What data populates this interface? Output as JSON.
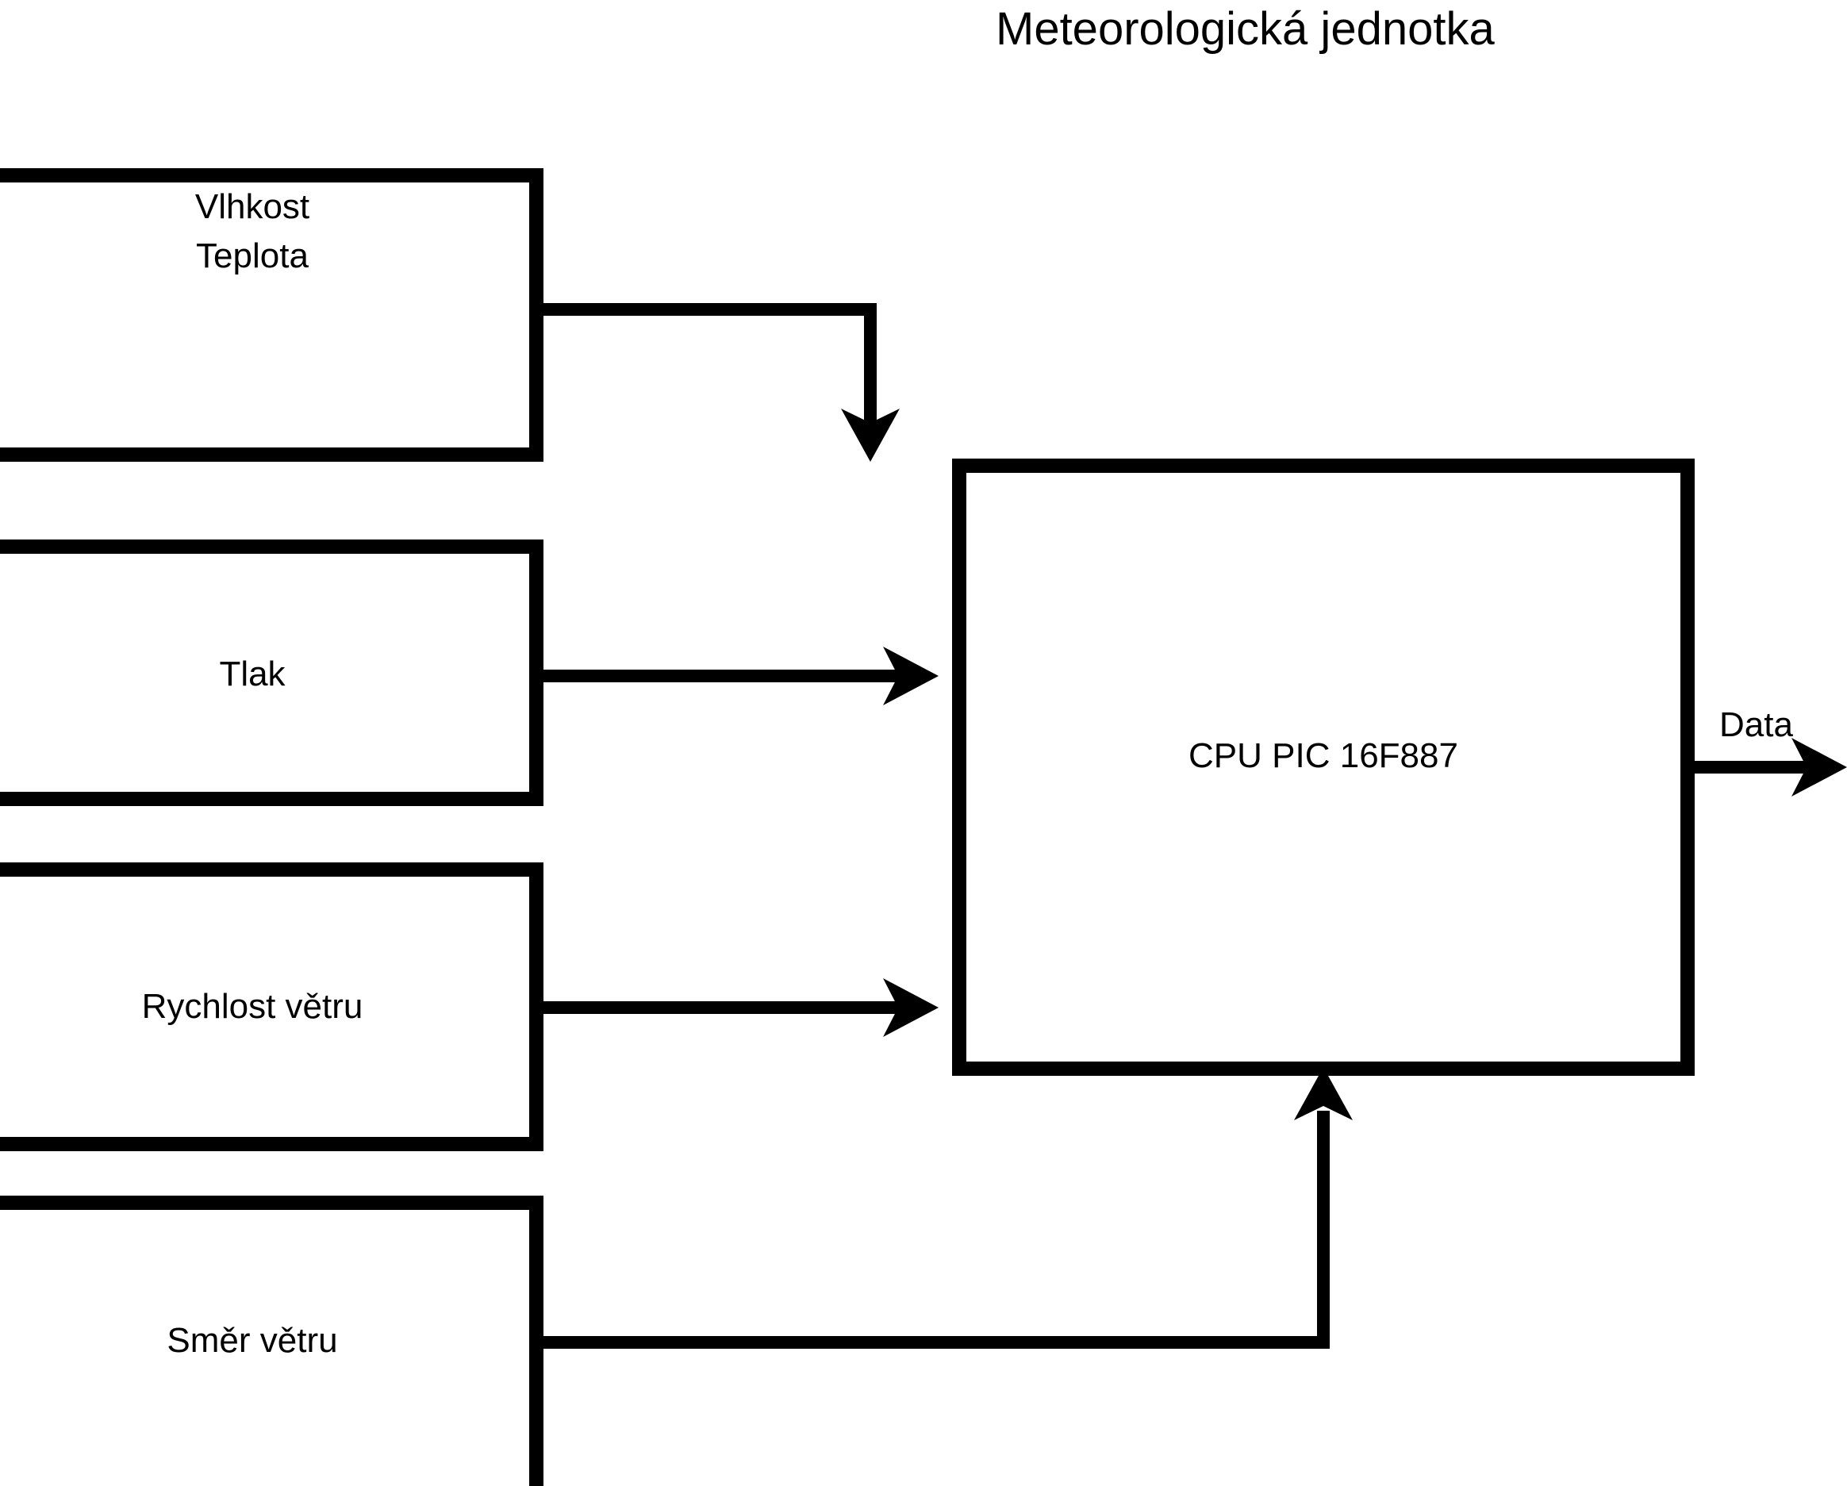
{
  "diagram": {
    "title": "Meteorologická jednotka",
    "nodes": [
      {
        "id": "humidity-temperature",
        "lines": [
          "Vlhkost",
          "Teplota"
        ]
      },
      {
        "id": "pressure",
        "lines": [
          "Tlak"
        ]
      },
      {
        "id": "wind-speed",
        "lines": [
          "Rychlost větru"
        ]
      },
      {
        "id": "wind-direction",
        "lines": [
          "Směr větru"
        ]
      },
      {
        "id": "cpu",
        "lines": [
          "CPU PIC 16F887"
        ]
      }
    ],
    "edges": [
      {
        "id": "humidity-to-cpu",
        "from": "humidity-temperature",
        "to": "cpu",
        "label": ""
      },
      {
        "id": "pressure-to-cpu",
        "from": "pressure",
        "to": "cpu",
        "label": ""
      },
      {
        "id": "wind-speed-to-cpu",
        "from": "wind-speed",
        "to": "cpu",
        "label": ""
      },
      {
        "id": "wind-direction-to-cpu",
        "from": "wind-direction",
        "to": "cpu",
        "label": ""
      },
      {
        "id": "cpu-data-output",
        "from": "cpu",
        "to": "",
        "label": "Data"
      }
    ],
    "colors": {
      "stroke": "#000000",
      "fill": "#ffffff",
      "text": "#000000"
    }
  }
}
